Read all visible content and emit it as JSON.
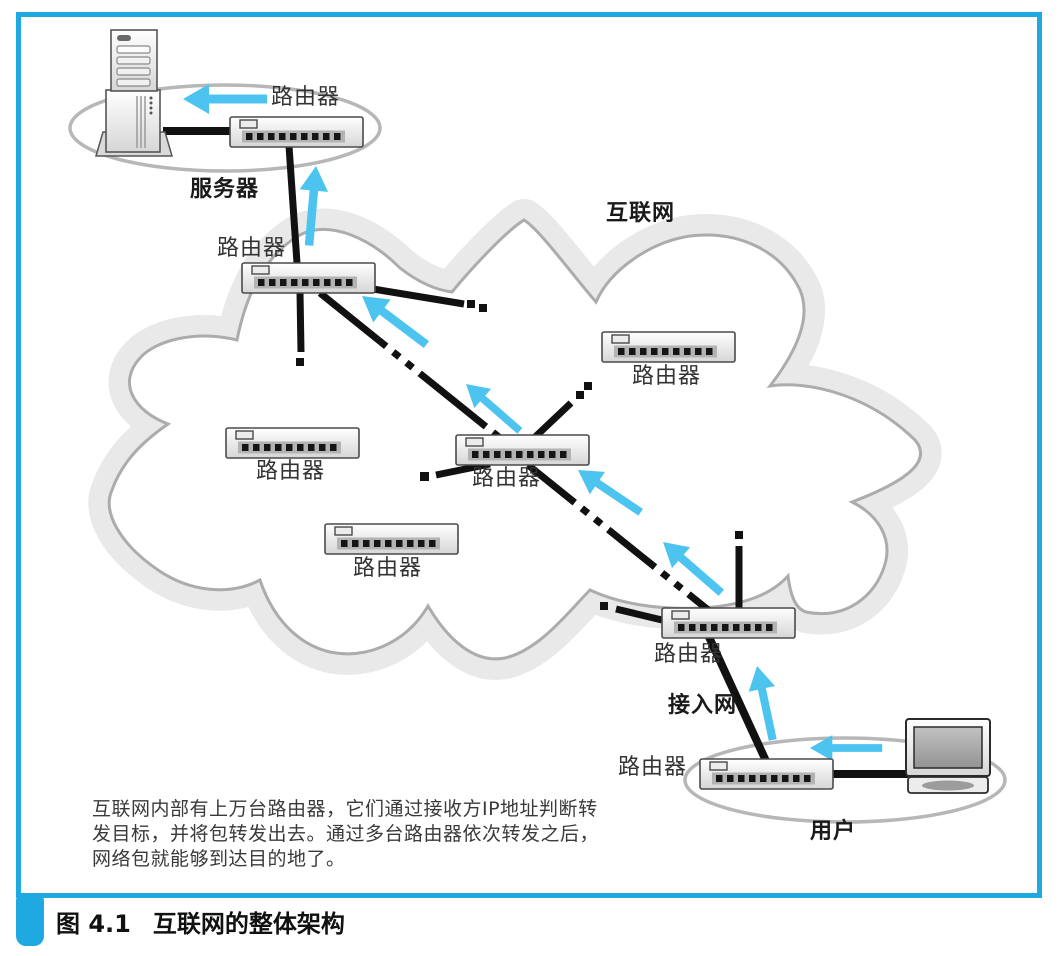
{
  "figure": {
    "caption_prefix": "图 4.1",
    "caption_title": "互联网的整体架构"
  },
  "labels": {
    "router": "路由器",
    "server": "服务器",
    "internet": "互联网",
    "access_network": "接入网",
    "user": "用户"
  },
  "note": {
    "line1": "互联网内部有上万台路由器，它们通过接收方IP地址判断转",
    "line2": "发目标，并将包转发出去。通过多台路由器依次转发之后，",
    "line3": "网络包就能够到达目的地了。"
  },
  "theme": {
    "frame-color": "#1fa9e1",
    "arrow-color": "#4dc4f0",
    "cloud-fill": "#e9e9e9",
    "cloud-line": "#acacac",
    "ellipse-line": "#b7b7b7",
    "link-color": "#111111",
    "router-label-color": "#333333",
    "note-color": "#3a3a3a",
    "caption-color": "#111111"
  }
}
